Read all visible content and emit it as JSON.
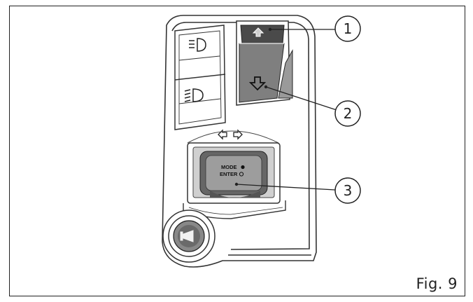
{
  "figure": {
    "label": "Fig. 9"
  },
  "callouts": [
    {
      "number": "1"
    },
    {
      "number": "2"
    },
    {
      "number": "3"
    }
  ],
  "switch_labels": {
    "mode": "MODE",
    "enter": "ENTER"
  },
  "icons": [
    "low-beam-icon",
    "high-beam-icon",
    "up-arrow-icon",
    "down-arrow-icon",
    "left-right-arrows-icon",
    "horn-icon"
  ]
}
